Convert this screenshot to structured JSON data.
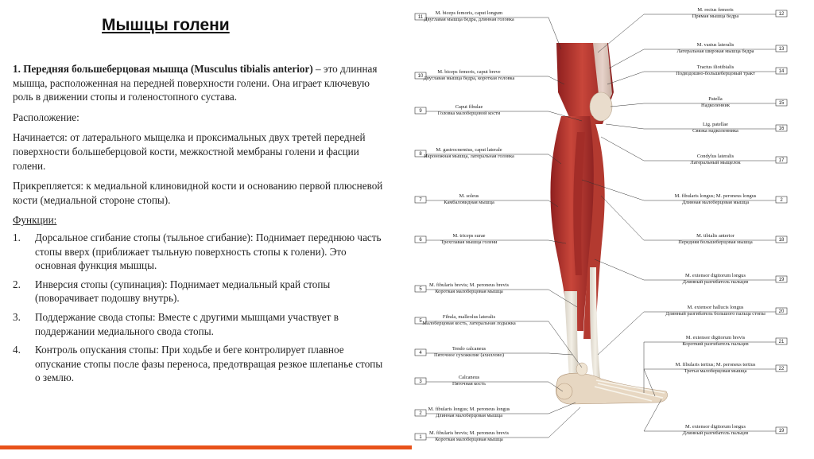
{
  "title": "Мышцы голени",
  "heading": {
    "bold": "1. Передняя большеберцовая мышца (Musculus tibialis anterior)",
    "rest": " – это длинная мышца, расположенная на передней поверхности голени. Она играет ключевую роль в движении стопы и голеностопного сустава."
  },
  "location_label": "Расположение:",
  "origin_text": "Начинается: от латерального мыщелка и проксимальных двух третей передней поверхности большеберцовой кости, межкостной мембраны голени и фасции голени.",
  "insertion_text": "Прикрепляется: к медиальной клиновидной кости и основанию первой плюсневой кости (медиальной стороне стопы).",
  "functions_label": "Функции:",
  "functions": [
    {
      "n": "1.",
      "text": "Дорсальное сгибание стопы (тыльное сгибание): Поднимает переднюю часть стопы вверх (приближает тыльную поверхность стопы к голени). Это основная функция мышцы."
    },
    {
      "n": "2.",
      "text": "Инверсия стопы (супинация): Поднимает медиальный край стопы (поворачивает подошву внутрь)."
    },
    {
      "n": "3.",
      "text": "Поддержание свода стопы: Вместе с другими мышцами участвует в поддержании медиального свода стопы."
    },
    {
      "n": "4.",
      "text": "Контроль опускания стопы: При ходьбе и беге контролирует плавное опускание стопы после фазы переноса, предотвращая резкое шлепанье стопы о землю."
    }
  ],
  "figure": {
    "left_labels": [
      {
        "num": "11",
        "lat": "M. biceps femoris, caput longum",
        "ru": "Двуглавая мышца бедра, длинная головка"
      },
      {
        "num": "10",
        "lat": "M. biceps femoris, caput breve",
        "ru": "Двуглавая мышца бедра, короткая головка"
      },
      {
        "num": "9",
        "lat": "Caput fibulae",
        "ru": "Головка малоберцовой кости"
      },
      {
        "num": "8",
        "lat": "M. gastrocnemius, caput laterale",
        "ru": "Икроножная мышца, латеральная головка"
      },
      {
        "num": "7",
        "lat": "M. soleus",
        "ru": "Камбаловидная мышца"
      },
      {
        "num": "6",
        "lat": "M. triceps surae",
        "ru": "Трехглавая мышца голени"
      },
      {
        "num": "5",
        "lat": "M. fibularis brevis; M. peroneus brevis",
        "ru": "Короткая малоберцовая мышца"
      },
      {
        "num": "5",
        "lat": "Fibula, malleolus lateralis",
        "ru": "Малоберцовая кость, латеральная лодыжка"
      },
      {
        "num": "4",
        "lat": "Tendo calcaneus",
        "ru": "Пяточное сухожилие (ахиллово)"
      },
      {
        "num": "3",
        "lat": "Calcaneus",
        "ru": "Пяточная кость"
      },
      {
        "num": "2",
        "lat": "M. fibularis longus; M. peroneus longus",
        "ru": "Длинная малоберцовая мышца"
      },
      {
        "num": "1",
        "lat": "M. fibularis brevis; M. peroneus brevis",
        "ru": "Короткая малоберцовая мышца"
      }
    ],
    "right_labels": [
      {
        "num": "12",
        "lat": "M. rectus femoris",
        "ru": "Прямая мышца бедра"
      },
      {
        "num": "13",
        "lat": "M. vastus lateralis",
        "ru": "Латеральная широкая мышца бедра"
      },
      {
        "num": "14",
        "lat": "Tractus iliotibialis",
        "ru": "Подвздошно-большеберцовый тракт"
      },
      {
        "num": "15",
        "lat": "Patella",
        "ru": "Надколенник"
      },
      {
        "num": "16",
        "lat": "Lig. patellae",
        "ru": "Связка надколенника"
      },
      {
        "num": "17",
        "lat": "Condylus lateralis",
        "ru": "Латеральный мыщелок"
      },
      {
        "num": "2",
        "lat": "M. fibularis longus; M. peroneus longus",
        "ru": "Длинная малоберцовая мышца"
      },
      {
        "num": "18",
        "lat": "M. tibialis anterior",
        "ru": "Передняя большеберцовая мышца"
      },
      {
        "num": "19",
        "lat": "M. extensor digitorum longus",
        "ru": "Длинный разгибатель пальцев"
      },
      {
        "num": "20",
        "lat": "M. extensor hallucis longus",
        "ru": "Длинный разгибатель большого пальца стопы"
      },
      {
        "num": "21",
        "lat": "M. extensor digitorum brevis",
        "ru": "Короткий разгибатель пальцев"
      },
      {
        "num": "22",
        "lat": "M. fibularis tertius; M. peroneus tertius",
        "ru": "Третья малоберцовая мышца"
      },
      {
        "num": "19",
        "lat": "M. extensor digitorum longus",
        "ru": "Длинный разгибатель пальцев"
      }
    ]
  }
}
